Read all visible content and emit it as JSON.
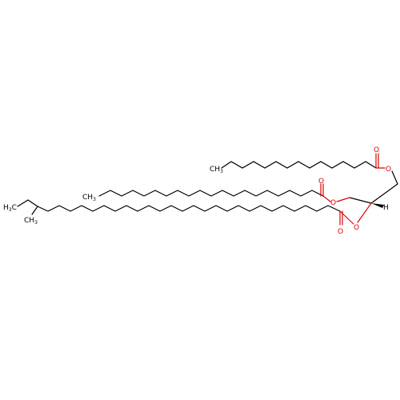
{
  "colors": {
    "background": "#ffffff",
    "bond": "#000000",
    "oxygen": "#e00000"
  },
  "labels": {
    "methyl_top": "CH",
    "methyl_top_sub": "3",
    "methyl_mid": "CH",
    "methyl_mid_sub": "3",
    "ethyl_h": "H",
    "ethyl_h_sub": "3",
    "ethyl_c": "C",
    "branch_methyl": "CH",
    "branch_methyl_sub": "3",
    "oxygen": "O",
    "hydrogen": "H"
  }
}
